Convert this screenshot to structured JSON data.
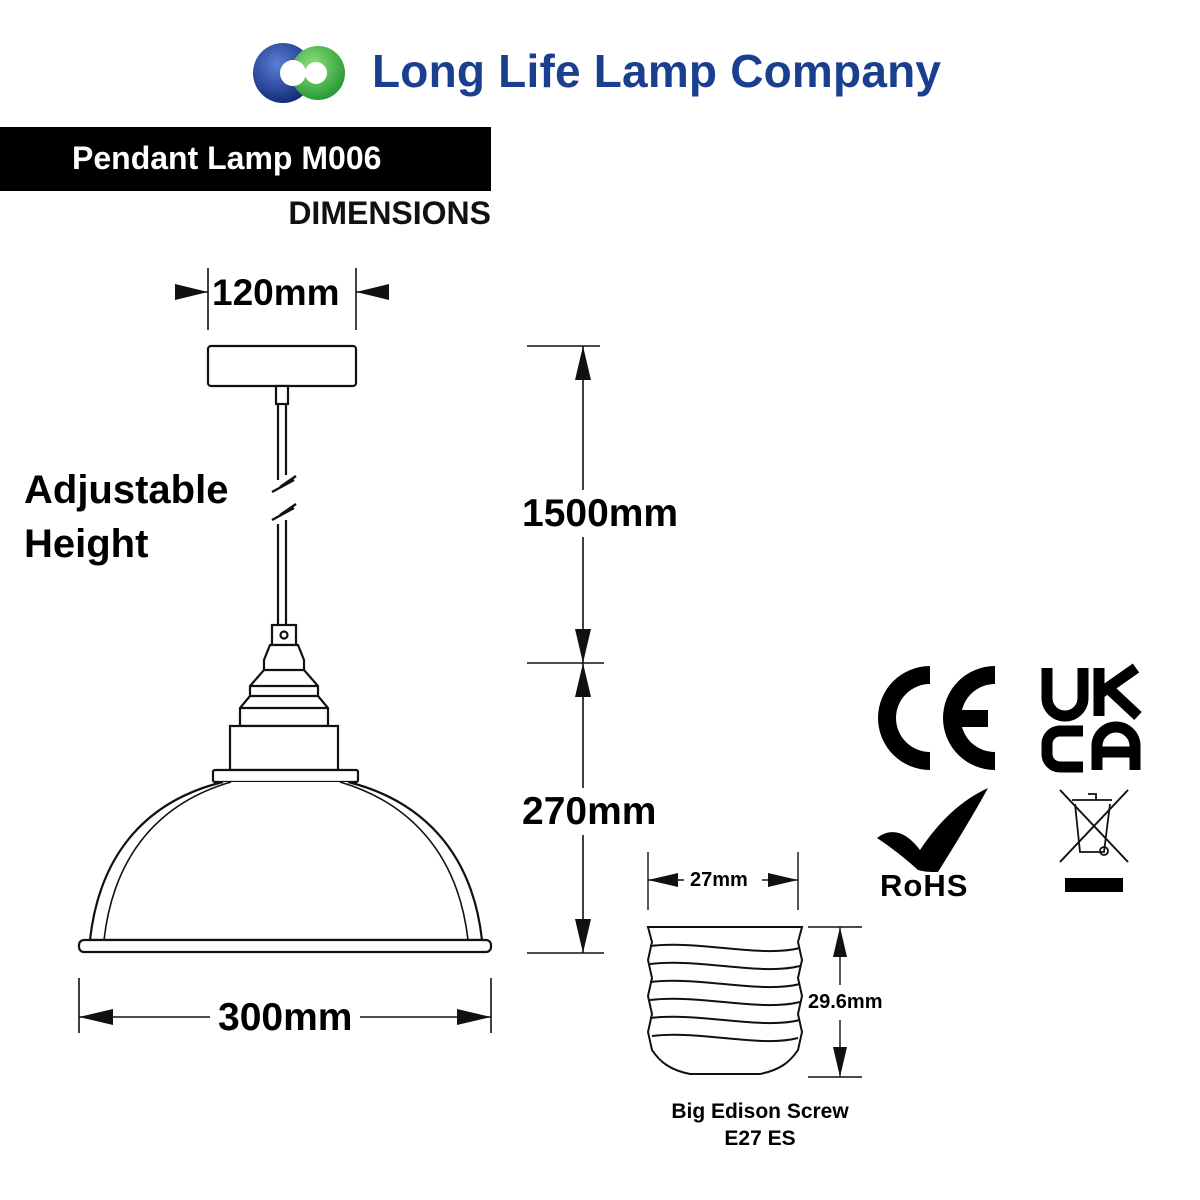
{
  "brand": {
    "name": "Long Life Lamp Company",
    "logo_colors": [
      "#1f3f99",
      "#3bb54a"
    ]
  },
  "header": {
    "title": "Pendant Lamp M006",
    "subtitle": "DIMENSIONS"
  },
  "dimensions": {
    "canopy_width": "120mm",
    "cable_height": "1500mm",
    "shade_height": "270mm",
    "shade_width": "300mm",
    "adjustable_label_line1": "Adjustable",
    "adjustable_label_line2": "Height"
  },
  "bulb_base": {
    "width": "27mm",
    "height": "29.6mm",
    "caption_line1": "Big Edison Screw",
    "caption_line2": "E27 ES"
  },
  "certifications": {
    "ce_icon": "ce-mark-icon",
    "ukca_line1": "UK",
    "ukca_line2": "CA",
    "rohs": "RoHS",
    "weee_icon": "crossed-out-wheelie-bin-icon"
  }
}
